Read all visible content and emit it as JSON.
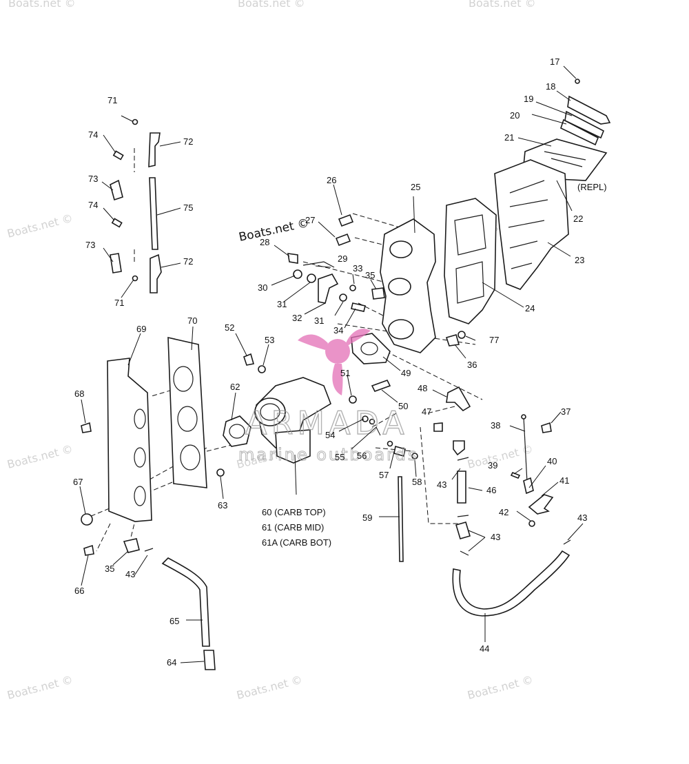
{
  "watermarks": {
    "text": "Boats.net ©"
  },
  "brand": {
    "name": "ARMADA",
    "tagline": "marine outboards",
    "logo_color": "#e36fb6"
  },
  "copyright": "Boats.net ©",
  "labels": {
    "p17": "17",
    "p18": "18",
    "p19": "19",
    "p20": "20",
    "p21": "21",
    "p22": "22",
    "p23": "23",
    "p24": "24",
    "p25": "25",
    "p26": "26",
    "p27": "27",
    "p28": "28",
    "p29": "29",
    "p30": "30",
    "p31a": "31",
    "p31b": "31",
    "p32": "32",
    "p33": "33",
    "p34": "34",
    "p35a": "35",
    "p35b": "35",
    "p36": "36",
    "p37": "37",
    "p38": "38",
    "p39": "39",
    "p40": "40",
    "p41": "41",
    "p42": "42",
    "p43a": "43",
    "p43b": "43",
    "p43c": "43",
    "p43d": "43",
    "p44": "44",
    "p46": "46",
    "p47": "47",
    "p48": "48",
    "p49": "49",
    "p50": "50",
    "p51": "51",
    "p52": "52",
    "p53": "53",
    "p54": "54",
    "p55": "55",
    "p56": "56",
    "p57": "57",
    "p58": "58",
    "p59": "59",
    "p62": "62",
    "p63": "63",
    "p64": "64",
    "p65": "65",
    "p66": "66",
    "p67": "67",
    "p68": "68",
    "p69": "69",
    "p70": "70",
    "p71a": "71",
    "p71b": "71",
    "p72a": "72",
    "p72b": "72",
    "p73a": "73",
    "p73b": "73",
    "p74a": "74",
    "p74b": "74",
    "p75": "75",
    "p77": "77"
  },
  "notes": {
    "repl": "(REPL)",
    "carb_top": "60 (CARB TOP)",
    "carb_mid": "61 (CARB MID)",
    "carb_bot": "61A (CARB BOT)"
  }
}
